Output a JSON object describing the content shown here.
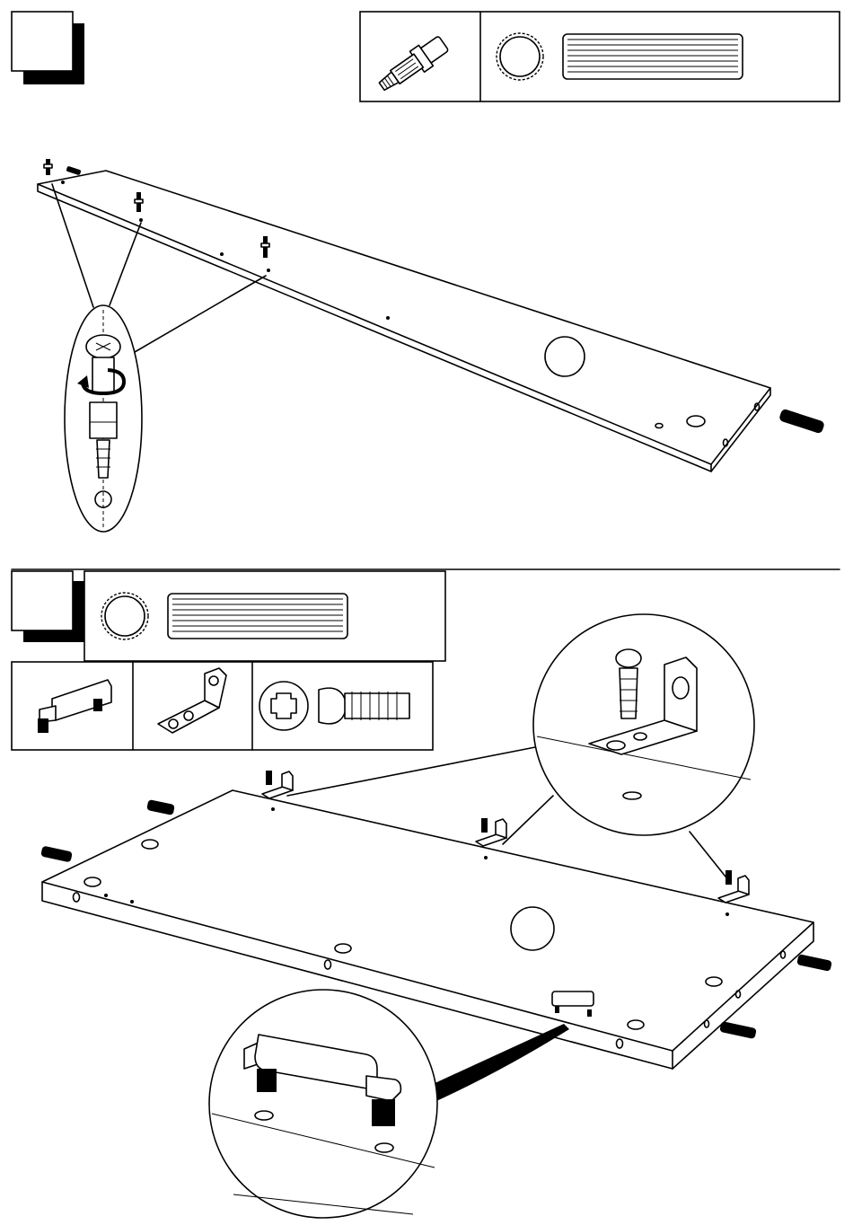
{
  "document": {
    "type": "assembly-instructions",
    "steps": [
      {
        "parts": [
          "cam-bolt-icon",
          "wood-dowel-icon"
        ],
        "panel": "long-narrow-panel"
      },
      {
        "parts": [
          "wood-dowel-icon",
          "plastic-foot-glide-icon",
          "metal-l-bracket-icon",
          "phillips-screw-icon"
        ],
        "panel": "wide-panel"
      }
    ],
    "colors": {
      "ink": "#000000",
      "paper": "#ffffff"
    }
  }
}
